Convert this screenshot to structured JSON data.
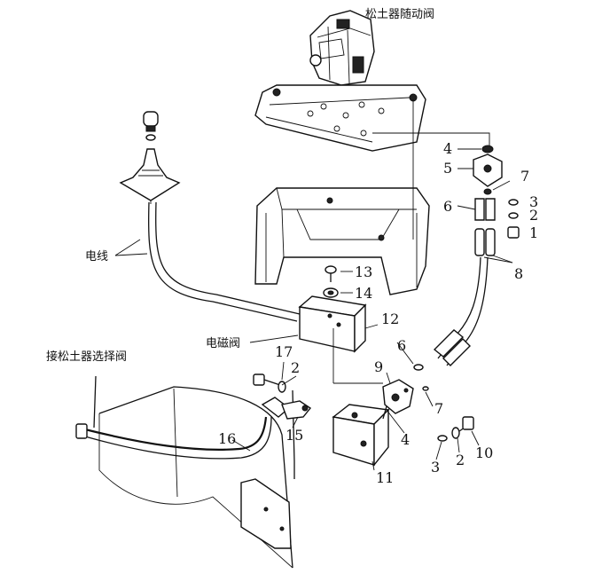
{
  "labels": {
    "ripper_follow_valve": "松土器随动阀",
    "wire": "电线",
    "solenoid_valve": "电磁阀",
    "to_ripper_selector_valve": "接松土器选择阀"
  },
  "callouts": {
    "c1": "1",
    "c2a": "2",
    "c2b": "2",
    "c2c": "2",
    "c3a": "3",
    "c3b": "3",
    "c4a": "4",
    "c4b": "4",
    "c5": "5",
    "c6a": "6",
    "c6b": "6",
    "c7a": "7",
    "c7b": "7",
    "c8": "8",
    "c9": "9",
    "c10": "10",
    "c11": "11",
    "c12": "12",
    "c13": "13",
    "c14": "14",
    "c15": "15",
    "c16": "16",
    "c17": "17"
  }
}
